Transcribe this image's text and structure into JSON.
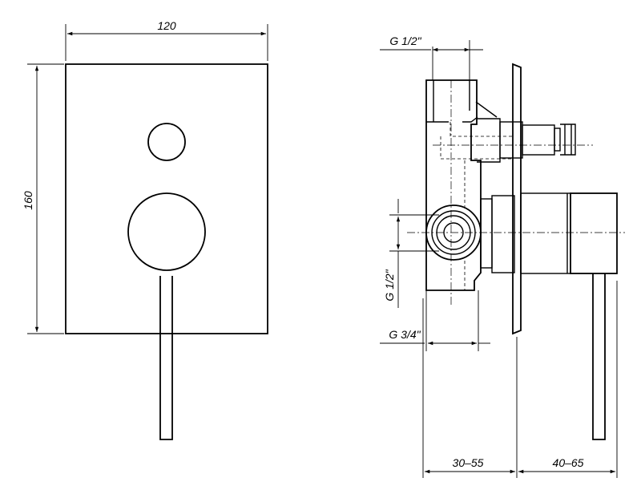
{
  "front_view": {
    "width_label": "120",
    "height_label": "160"
  },
  "side_view": {
    "top_inlet_label": "G 1/2\"",
    "side_port_label": "G 1/2\"",
    "bottom_outlet_label": "G 3/4\"",
    "depth_range_label": "30–55",
    "handle_range_label": "40–65"
  }
}
